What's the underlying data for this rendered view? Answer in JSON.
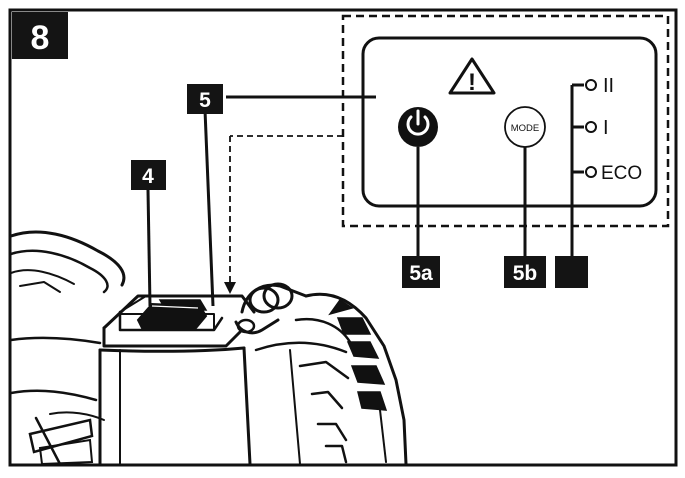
{
  "figure": {
    "number": "8"
  },
  "labels": {
    "switch": "4",
    "control_panel": "5",
    "power_button": "5a",
    "mode_button": "5b",
    "led_indicator": ""
  },
  "panel": {
    "mode_button_text": "MODE",
    "levels": [
      "II",
      "I",
      "ECO"
    ],
    "warning_symbol": "!"
  },
  "icons": {
    "warning": "warning-triangle-icon",
    "power": "power-icon"
  },
  "colors": {
    "ink": "#111111",
    "label_bg": "#141414",
    "label_text": "#ffffff",
    "paper": "#ffffff"
  }
}
